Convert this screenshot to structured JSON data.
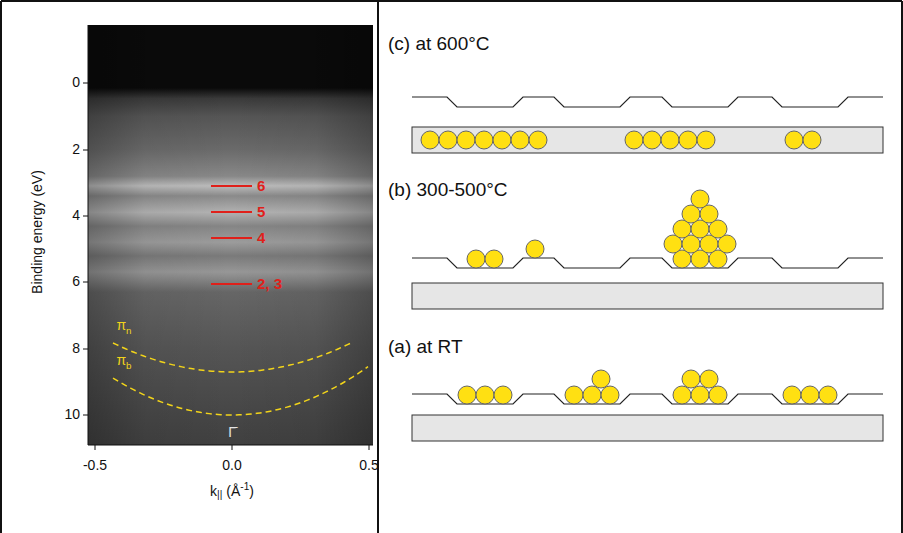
{
  "diagram": {
    "labels": [
      "(c) at 600°C",
      "(b) 300-500°C",
      "(a) at RT",
      "Binding energy (eV)",
      "0",
      "2",
      "4",
      "6",
      "8",
      "10",
      "-0.5",
      "0.0",
      "0.5",
      "k",
      "||",
      "(Å",
      "-1",
      ")",
      "6",
      "5",
      "4",
      "2, 3",
      "πn",
      "πb",
      "Γ̄"
    ]
  }
}
